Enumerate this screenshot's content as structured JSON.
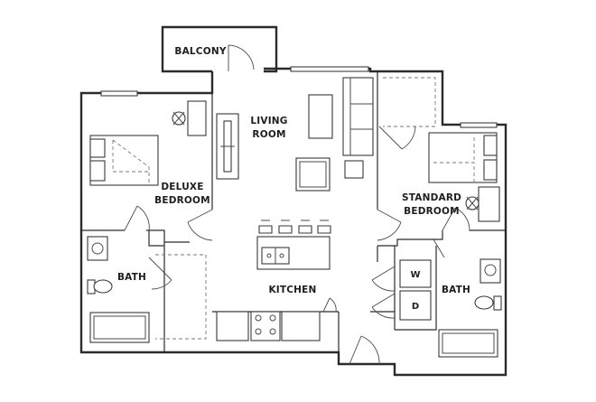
{
  "rooms": {
    "balcony": "BALCONY",
    "living_line1": "LIVING",
    "living_line2": "ROOM",
    "deluxe_line1": "DELUXE",
    "deluxe_line2": "BEDROOM",
    "standard_line1": "STANDARD",
    "standard_line2": "BEDROOM",
    "bath_left": "BATH",
    "bath_right": "BATH",
    "kitchen": "KITCHEN"
  },
  "appliances": {
    "washer": "W",
    "dryer": "D"
  }
}
